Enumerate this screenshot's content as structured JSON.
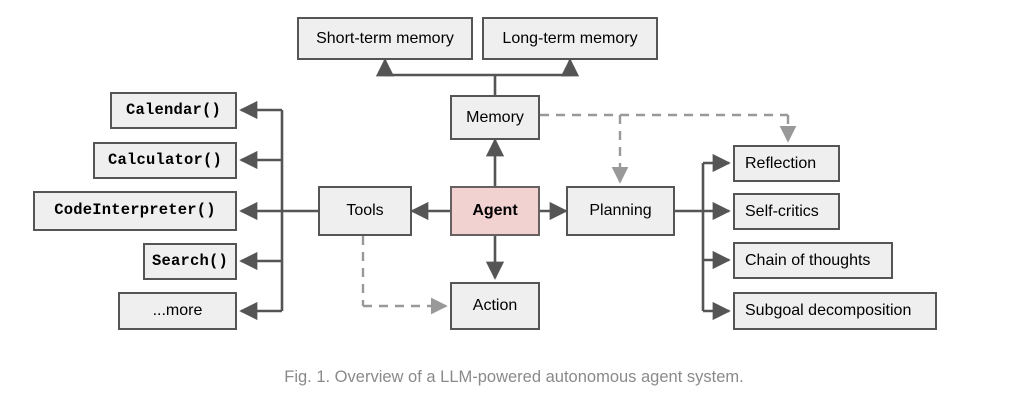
{
  "figure": {
    "caption": "Fig. 1. Overview of a LLM-powered autonomous agent system.",
    "colors": {
      "node_fill": "#efefef",
      "node_border": "#555555",
      "agent_fill": "#f2d1d1",
      "edge_solid": "#555555",
      "edge_dashed": "#999999",
      "caption_text": "#8a8a8a",
      "background": "#ffffff"
    }
  },
  "nodes": {
    "agent": {
      "label": "Agent"
    },
    "memory": {
      "label": "Memory"
    },
    "tools": {
      "label": "Tools"
    },
    "planning": {
      "label": "Planning"
    },
    "action": {
      "label": "Action"
    },
    "memory_types": [
      {
        "label": "Short-term memory"
      },
      {
        "label": "Long-term memory"
      }
    ],
    "tool_items": [
      {
        "label": "Calendar()"
      },
      {
        "label": "Calculator()"
      },
      {
        "label": "CodeInterpreter()"
      },
      {
        "label": "Search()"
      },
      {
        "label": "...more"
      }
    ],
    "planning_items": [
      {
        "label": "Reflection"
      },
      {
        "label": "Self-critics"
      },
      {
        "label": "Chain of thoughts"
      },
      {
        "label": "Subgoal decomposition"
      }
    ]
  },
  "edges": [
    {
      "from": "agent",
      "to": "memory",
      "style": "solid"
    },
    {
      "from": "agent",
      "to": "tools",
      "style": "solid"
    },
    {
      "from": "agent",
      "to": "planning",
      "style": "solid"
    },
    {
      "from": "agent",
      "to": "action",
      "style": "solid"
    },
    {
      "from": "memory",
      "to": "short-term memory",
      "style": "solid"
    },
    {
      "from": "memory",
      "to": "long-term memory",
      "style": "solid"
    },
    {
      "from": "tools",
      "to": "tool-items",
      "style": "solid"
    },
    {
      "from": "planning",
      "to": "planning-items",
      "style": "solid"
    },
    {
      "from": "memory",
      "to": "planning",
      "style": "dashed"
    },
    {
      "from": "memory",
      "to": "reflection",
      "style": "dashed"
    },
    {
      "from": "tools",
      "to": "action",
      "style": "dashed"
    }
  ]
}
